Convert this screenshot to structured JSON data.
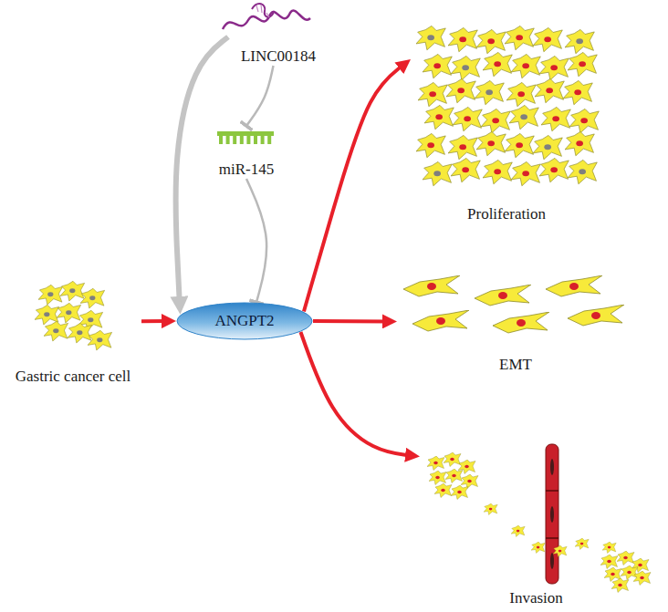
{
  "diagram": {
    "nodes": [
      {
        "text": [
          "LINC00184"
        ]
      },
      {
        "text": [
          "miR-145"
        ]
      },
      {
        "text": [
          "Gastric cancer cell"
        ]
      },
      {
        "text": [
          "ANGPT2"
        ]
      },
      {
        "text": [
          "Proliferation"
        ]
      },
      {
        "text": [
          "EMT"
        ]
      },
      {
        "text": [
          "Invasion"
        ]
      }
    ],
    "edges": [
      {
        "from": 0,
        "to": 1,
        "arrow": "to"
      },
      {
        "from": 0,
        "to": 3,
        "arrow": "to"
      },
      {
        "from": 1,
        "to": 3,
        "arrow": "to"
      },
      {
        "from": 2,
        "to": 3,
        "arrow": "to"
      },
      {
        "from": 3,
        "to": 4,
        "arrow": "to"
      },
      {
        "from": 3,
        "to": 5,
        "arrow": "to"
      },
      {
        "from": 3,
        "to": 6,
        "arrow": "to"
      }
    ]
  }
}
